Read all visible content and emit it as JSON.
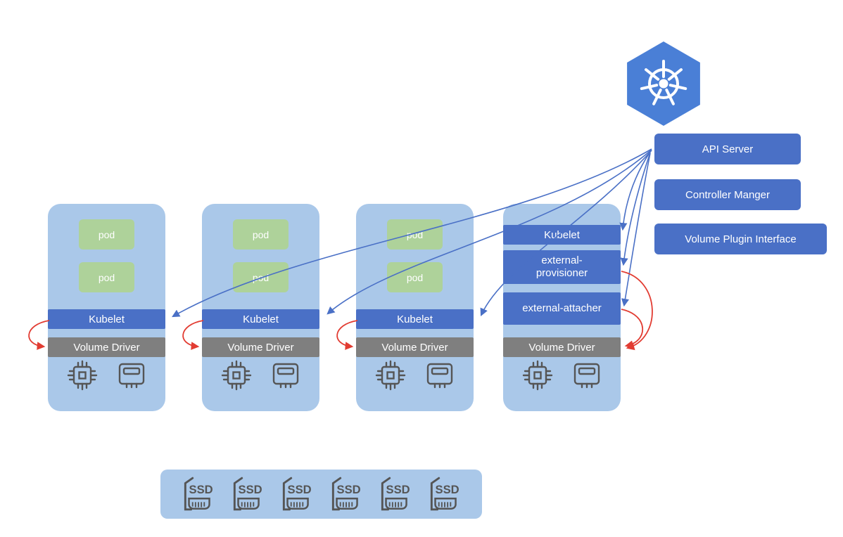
{
  "control_plane": {
    "api_server": "API Server",
    "controller_manager": "Controller Manger",
    "volume_plugin_interface": "Volume Plugin Interface"
  },
  "nodes": [
    {
      "pods": [
        "pod",
        "pod"
      ],
      "kubelet": "Kubelet",
      "volume_driver": "Volume Driver"
    },
    {
      "pods": [
        "pod",
        "pod"
      ],
      "kubelet": "Kubelet",
      "volume_driver": "Volume Driver"
    },
    {
      "pods": [
        "pod",
        "pod"
      ],
      "kubelet": "Kubelet",
      "volume_driver": "Volume Driver"
    },
    {
      "kubelet": "Kubelet",
      "external_provisioner": "external-provisioner",
      "external_attacher": "external-attacher",
      "volume_driver": "Volume Driver"
    }
  ],
  "storage": {
    "ssd_label": "SSD",
    "ssd_count": 6
  },
  "colors": {
    "node_fill": "#aac8e9",
    "pod_fill": "#aed29a",
    "bar_blue": "#4a70c6",
    "bar_gray": "#7f7f7f",
    "arrow_blue": "#4a70c6",
    "arrow_red": "#e23c32",
    "logo_blue": "#4a7fd6",
    "icon_stroke": "#555555"
  }
}
